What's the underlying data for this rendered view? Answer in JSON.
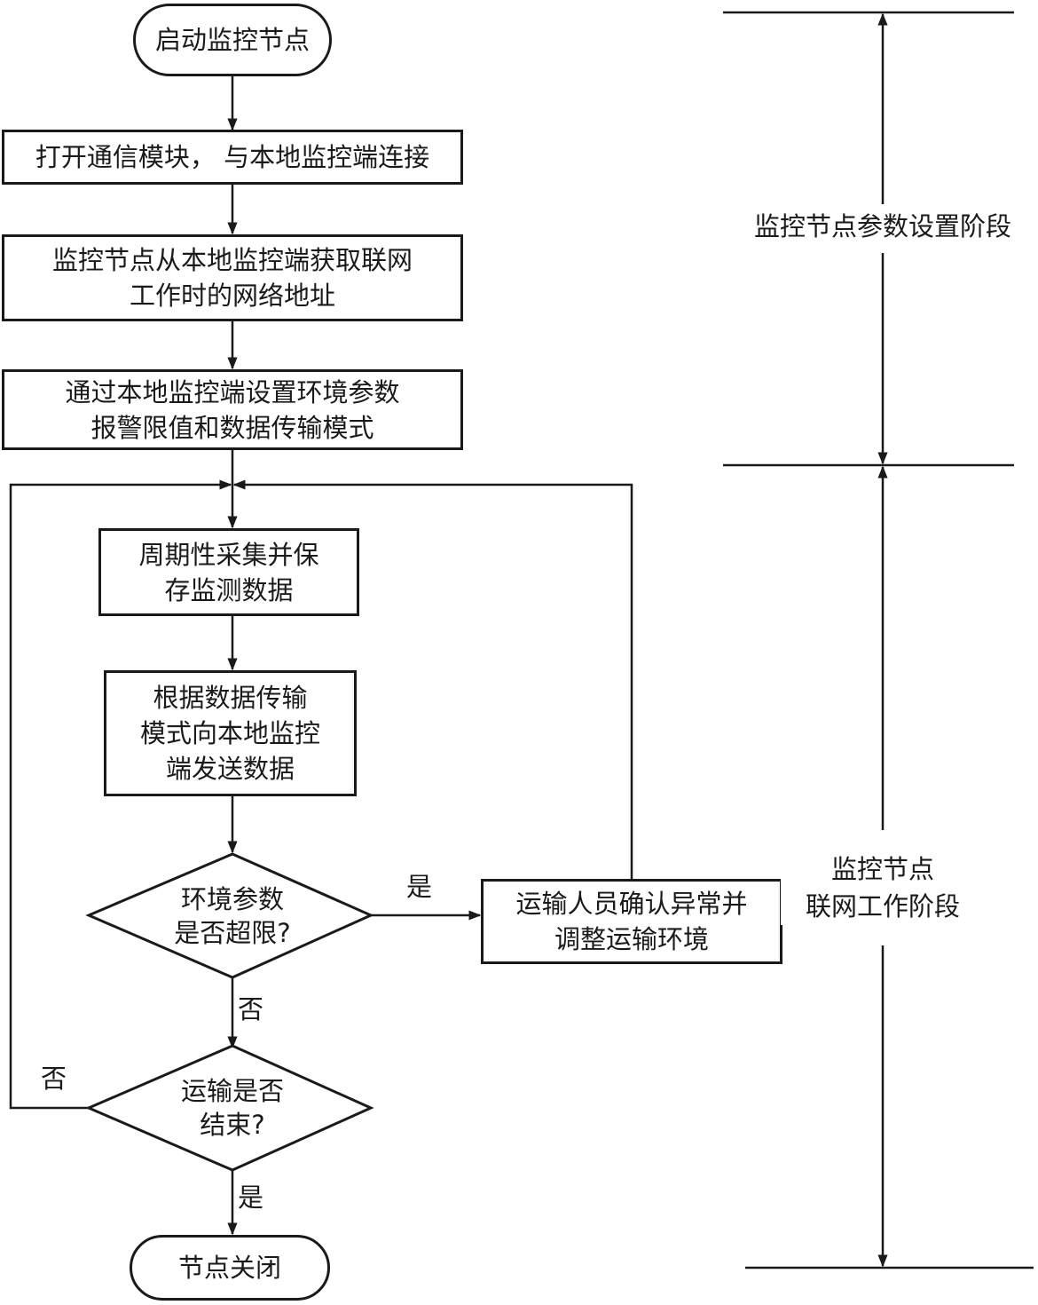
{
  "flowchart": {
    "start": "启动监控节点",
    "step1": "打开通信模块， 与本地监控端连接",
    "step2": "监控节点从本地监控端获取联网\n工作时的网络地址",
    "step3": "通过本地监控端设置环境参数\n报警限值和数据传输模式",
    "step4": "周期性采集并保\n存监测数据",
    "step5": "根据数据传输\n模式向本地监控\n端发送数据",
    "decision1": "环境参数\n是否超限?",
    "action": "运输人员确认异常并\n调整运输环境",
    "decision2": "运输是否\n结束?",
    "end": "节点关闭"
  },
  "labels": {
    "d1_yes": "是",
    "d1_no": "否",
    "d2_no": "否",
    "d2_yes": "是"
  },
  "stages": {
    "setup": "监控节点参数设置阶段",
    "network": "监控节点\n联网工作阶段"
  }
}
